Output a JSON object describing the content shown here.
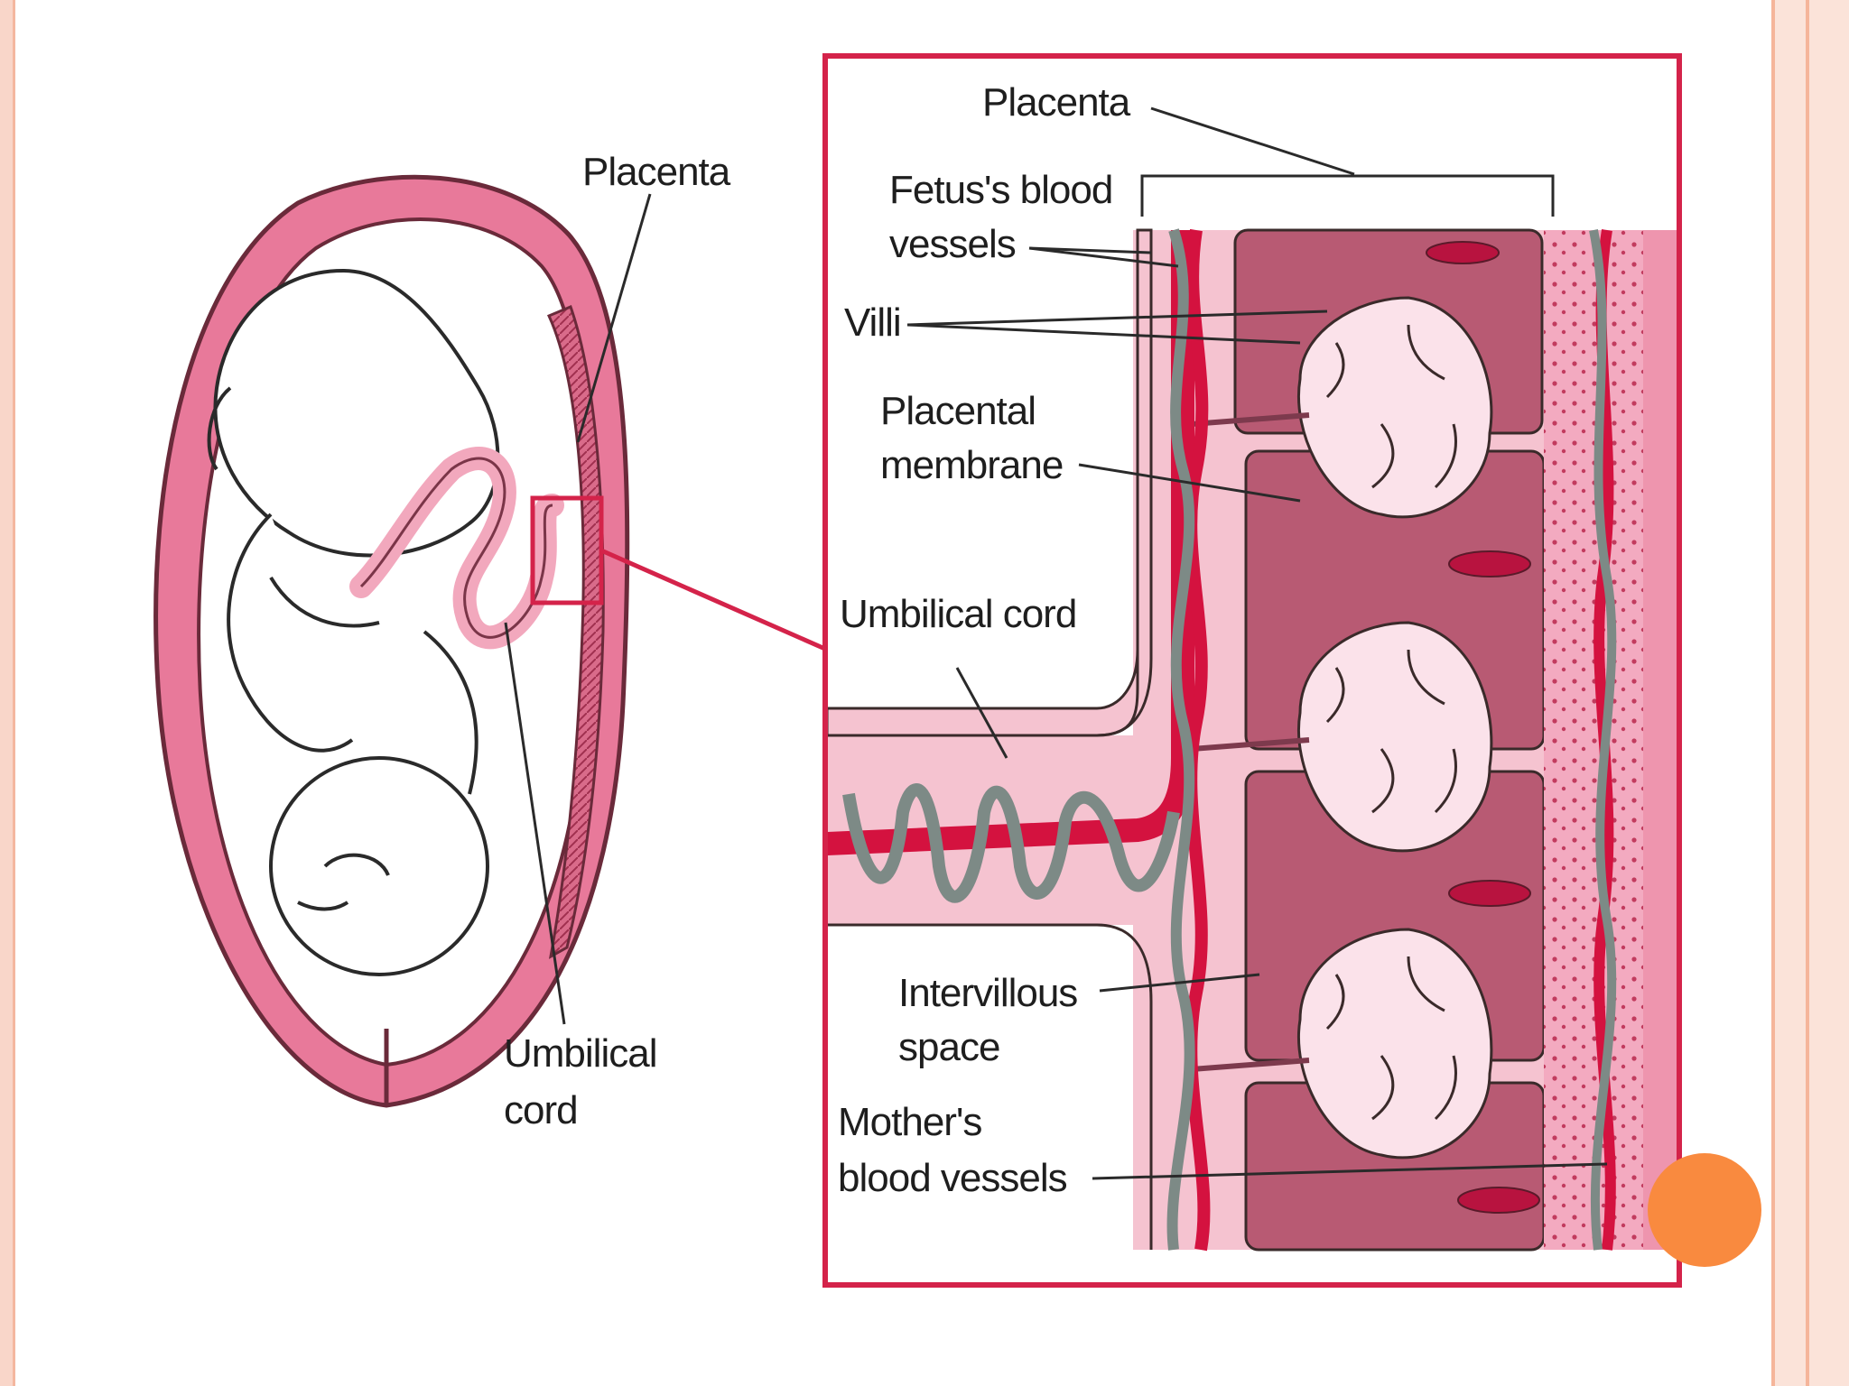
{
  "left_panel": {
    "placenta_label": "Placenta",
    "umbilical_label_line1": "Umbilical",
    "umbilical_label_line2": "cord"
  },
  "right_panel": {
    "placenta_label": "Placenta",
    "fetus_vessels_line1": "Fetus's blood",
    "fetus_vessels_line2": "vessels",
    "villi_label": "Villi",
    "placental_membrane_line1": "Placental",
    "placental_membrane_line2": "membrane",
    "umbilical_cord_label": "Umbilical cord",
    "intervillous_line1": "Intervillous",
    "intervillous_line2": "space",
    "mothers_vessels_line1": "Mother's",
    "mothers_vessels_line2": "blood vessels"
  },
  "colors": {
    "uterus_wall": "#e8799a",
    "inset_frame": "#d4234a",
    "artery_red": "#d4123f",
    "vein_gray": "#7d8a86",
    "tissue_dark": "#b85a73",
    "tissue_light": "#f5c3d0",
    "slide_accent": "#f98a3f"
  }
}
